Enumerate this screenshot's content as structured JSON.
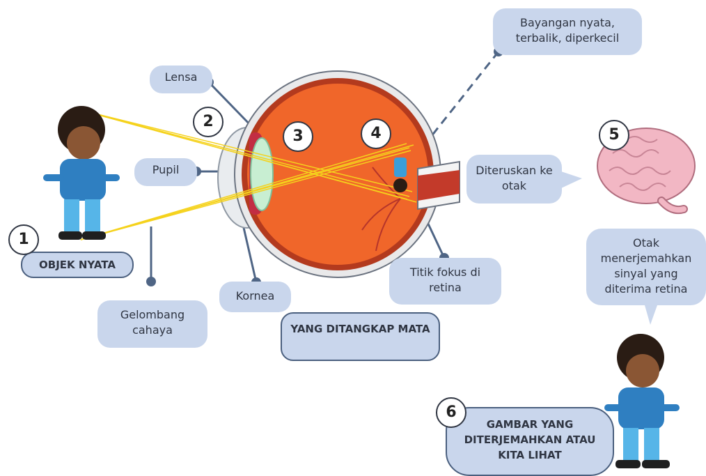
{
  "labels": {
    "lensa": "Lensa",
    "pupil": "Pupil",
    "kornea": "Kornea",
    "gelombang": "Gelombang cahaya",
    "objek": "OBJEK NYATA",
    "ditangkap": "YANG DITANGKAP MATA",
    "titik_fokus": "Titik fokus di retina",
    "bayangan": "Bayangan nyata, terbalik, diperkecil",
    "diteruskan": "Diteruskan ke otak",
    "otak": "Otak menerjemahkan sinyal yang diterima retina",
    "gambar": "GAMBAR YANG DITERJEMAHKAN ATAU KITA LIHAT"
  },
  "numbers": [
    "1",
    "2",
    "3",
    "4",
    "5",
    "6"
  ],
  "colors": {
    "label_fill": "#c9d6ec",
    "connector": "#4f6585",
    "light_ray": "#f5d21c",
    "eye_red": "#e8561e",
    "sclera": "#f2f2f2",
    "lens": "#c8eed2",
    "brain": "#f2b7c4",
    "shirt": "#2f7fc1",
    "pants": "#56b5e8"
  },
  "icons": [
    "boy-figure",
    "eye-cross-section",
    "brain-icon"
  ]
}
